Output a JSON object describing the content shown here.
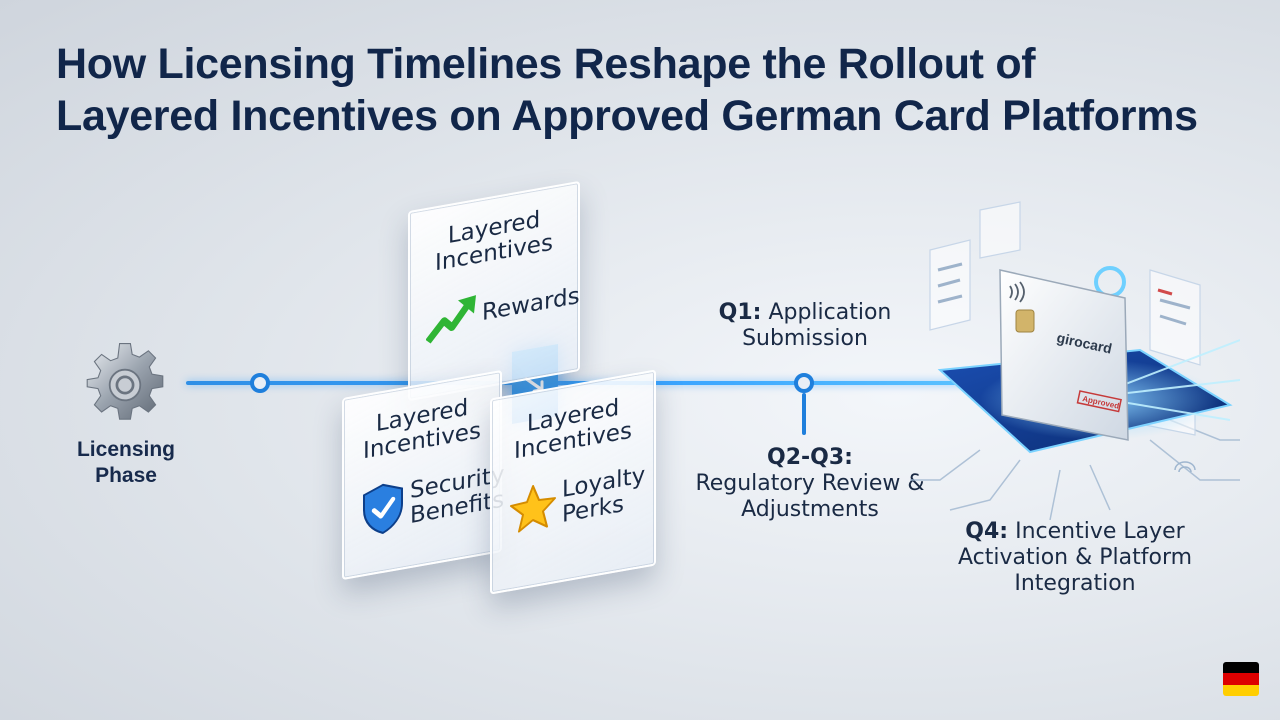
{
  "title": {
    "line1": "How Licensing Timelines Reshape the Rollout of",
    "line2": "Layered Incentives on Approved German Card Platforms"
  },
  "start": {
    "label_line1": "Licensing",
    "label_line2": "Phase",
    "icon": "gear-icon"
  },
  "cards": [
    {
      "head_line1": "Layered",
      "head_line2": "Incentives",
      "body_line1": "Rewards",
      "body_line2": "",
      "icon": "growth-arrow-icon"
    },
    {
      "head_line1": "Layered",
      "head_line2": "Incentives",
      "body_line1": "Security",
      "body_line2": "Benefits",
      "icon": "shield-check-icon"
    },
    {
      "head_line1": "Layered",
      "head_line2": "Incentives",
      "body_line1": "Loyalty",
      "body_line2": "Perks",
      "icon": "star-icon"
    }
  ],
  "milestones": {
    "q1": {
      "key": "Q1:",
      "line1": "Application",
      "line2": "Submission"
    },
    "q23": {
      "key": "Q2-Q3:",
      "line1": "Regulatory Review &",
      "line2": "Adjustments"
    },
    "q4": {
      "key": "Q4:",
      "line1": "Incentive Layer",
      "line2": "Activation & Platform",
      "line3": "Integration"
    }
  },
  "device": {
    "card_brand": "girocard",
    "stamp": "Approved"
  },
  "colors": {
    "accent": "#1f7fdc",
    "title": "#11264a",
    "flag": [
      "#000000",
      "#dd0000",
      "#ffce00"
    ]
  }
}
